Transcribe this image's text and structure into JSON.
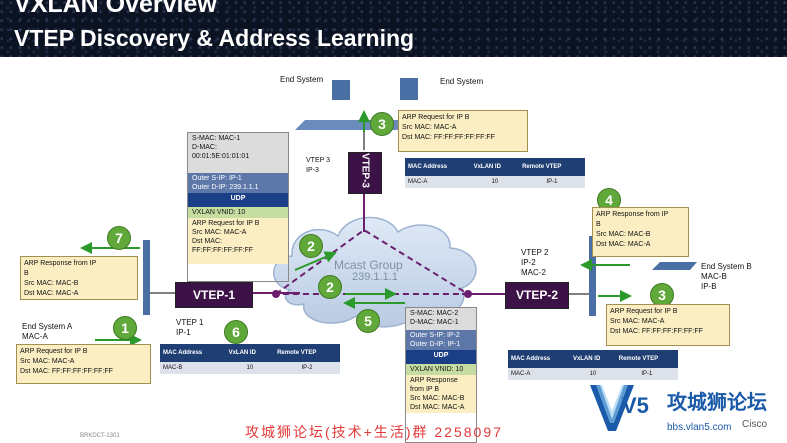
{
  "title": {
    "line1": "VXLAN Overview",
    "line2": "VTEP Discovery & Address Learning"
  },
  "end_systems": {
    "top_left": "End System",
    "top_right": "End System",
    "a": [
      "End System A",
      "MAC-A"
    ],
    "b": [
      "End System B",
      "MAC-B",
      "IP-B"
    ]
  },
  "vteps": {
    "v1": {
      "name": "VTEP-1",
      "side": [
        "VTEP 1",
        "IP-1"
      ]
    },
    "v2": {
      "name": "VTEP-2",
      "side": [
        "VTEP 2",
        "IP-2",
        "MAC-2"
      ]
    },
    "v3": {
      "name": "VTEP-3",
      "side": [
        "VTEP 3",
        "IP-3"
      ]
    }
  },
  "mcast": {
    "label": "Mcast Group",
    "address": "239.1.1.1"
  },
  "steps": [
    "1",
    "2",
    "2",
    "3",
    "3",
    "4",
    "5",
    "6",
    "7"
  ],
  "notes": {
    "arp_req_left": [
      "ARP Request  for IP B",
      "Src MAC: MAC-A",
      "Dst MAC: FF:FF:FF:FF:FF:FF"
    ],
    "arp_req_top": [
      "ARP Request  for IP B",
      "Src MAC: MAC-A",
      "Dst MAC: FF:FF:FF:FF:FF:FF"
    ],
    "arp_req_right": [
      "ARP Request  for IP B",
      "Src MAC: MAC-A",
      "Dst MAC: FF:FF:FF:FF:FF:FF"
    ],
    "arp_resp_right": [
      "ARP Response from IP",
      "B",
      "Src MAC: MAC-B",
      "Dst MAC: MAC-A"
    ],
    "arp_resp_left": [
      "ARP Response from IP",
      "B",
      "Src MAC: MAC-B",
      "Dst MAC: MAC-A"
    ]
  },
  "packet1": {
    "inner": [
      "S-MAC: MAC-1",
      "D-MAC:",
      "00:01:5E:01:01:01"
    ],
    "outer": [
      "Outer S-IP: IP-1",
      "Outer D-IP: 239.1.1.1"
    ],
    "udp": "UDP",
    "vni": "VXLAN VNID: 10",
    "payload": [
      "ARP Request  for IP B",
      "Src MAC: MAC-A",
      "Dst MAC:",
      "FF:FF:FF:FF:FF:FF"
    ]
  },
  "packet2": {
    "inner": [
      "S-MAC: MAC-2",
      "D-MAC: MAC-1"
    ],
    "outer": [
      "Outer S-IP: IP-2",
      "Outer D-IP: IP-1"
    ],
    "udp": "UDP",
    "vni": "VXLAN VNID: 10",
    "payload": [
      "ARP Response",
      "from IP B",
      "Src MAC: MAC-B",
      "Dst MAC: MAC-A"
    ]
  },
  "tables": {
    "headers": [
      "MAC Address",
      "VxLAN ID",
      "Remote VTEP"
    ],
    "vtep3": [
      [
        "MAC-A",
        "10",
        "IP-1"
      ]
    ],
    "vtep1": [
      [
        "MAC-B",
        "10",
        "IP-2"
      ]
    ],
    "vtep2": [
      [
        "MAC-A",
        "10",
        "IP-1"
      ]
    ]
  },
  "footer": {
    "code": "BRKDCT-1301",
    "watermark": "攻城狮论坛(技术+生活)群 2258097",
    "brand": "攻城狮论坛",
    "url": "bbs.vlan5.com",
    "vendor": "Cisco",
    "v5": "V5"
  },
  "colors": {
    "vtep": "#3c1247",
    "step": "#61a83a",
    "note": "#fbeec2",
    "table_header": "#1f3f74",
    "switch": "#4a6fa5",
    "arrow": "#2b9a2b",
    "mcast_path": "#6b1f6e"
  }
}
